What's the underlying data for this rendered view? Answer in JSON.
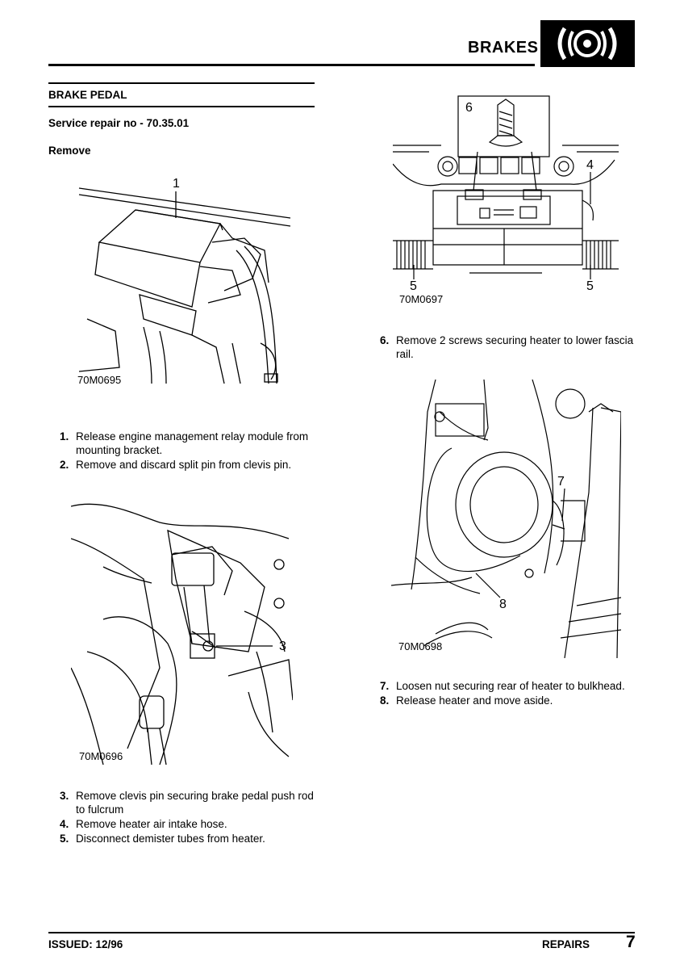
{
  "header": {
    "section_title": "BRAKES",
    "icon": "brake-disc-icon"
  },
  "section": {
    "title": "BRAKE PEDAL",
    "service_repair": "Service repair no - 70.35.01",
    "subheading": "Remove"
  },
  "figures": {
    "fig1": {
      "code": "70M0695",
      "callouts": [
        "1"
      ]
    },
    "fig2": {
      "code": "70M0696",
      "callouts": [
        "3"
      ]
    },
    "fig3": {
      "code": "70M0697",
      "callouts": [
        "6",
        "4",
        "5",
        "5"
      ]
    },
    "fig4": {
      "code": "70M0698",
      "callouts": [
        "7",
        "8"
      ]
    }
  },
  "steps_a": [
    {
      "num": "1.",
      "text": "Release engine management relay module from mounting bracket."
    },
    {
      "num": "2.",
      "text": "Remove and discard split pin from clevis pin."
    }
  ],
  "steps_b": [
    {
      "num": "3.",
      "text": "Remove clevis pin securing brake pedal push rod to fulcrum"
    },
    {
      "num": "4.",
      "text": "Remove heater air intake hose."
    },
    {
      "num": "5.",
      "text": "Disconnect demister tubes from heater."
    }
  ],
  "steps_c": [
    {
      "num": "6.",
      "text": "Remove 2 screws securing heater to lower fascia rail."
    }
  ],
  "steps_d": [
    {
      "num": "7.",
      "text": "Loosen nut securing rear of heater to bulkhead."
    },
    {
      "num": "8.",
      "text": "Release heater and move aside."
    }
  ],
  "footer": {
    "issued": "ISSUED: 12/96",
    "section": "REPAIRS",
    "page": "7"
  }
}
